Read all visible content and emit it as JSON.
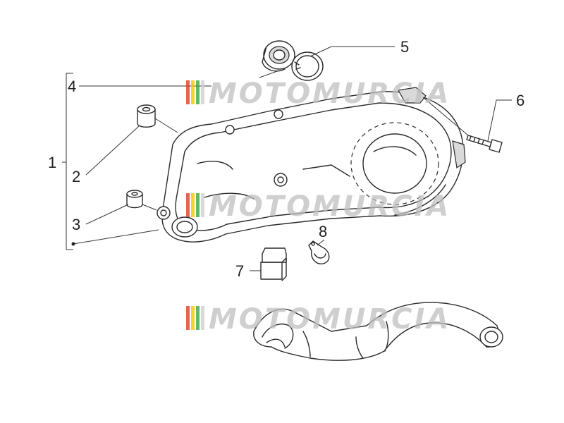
{
  "callouts": [
    {
      "id": "1",
      "label": "1"
    },
    {
      "id": "2",
      "label": "2"
    },
    {
      "id": "3",
      "label": "3"
    },
    {
      "id": "4",
      "label": "4"
    },
    {
      "id": "5",
      "label": "5"
    },
    {
      "id": "6",
      "label": "6"
    },
    {
      "id": "7",
      "label": "7"
    },
    {
      "id": "8",
      "label": "8"
    }
  ],
  "watermark": {
    "text": "MOTOMURCIA",
    "stripe_colors": [
      "#e23b2e",
      "#f2c500",
      "#3aa547",
      "#cfcfcf"
    ]
  }
}
